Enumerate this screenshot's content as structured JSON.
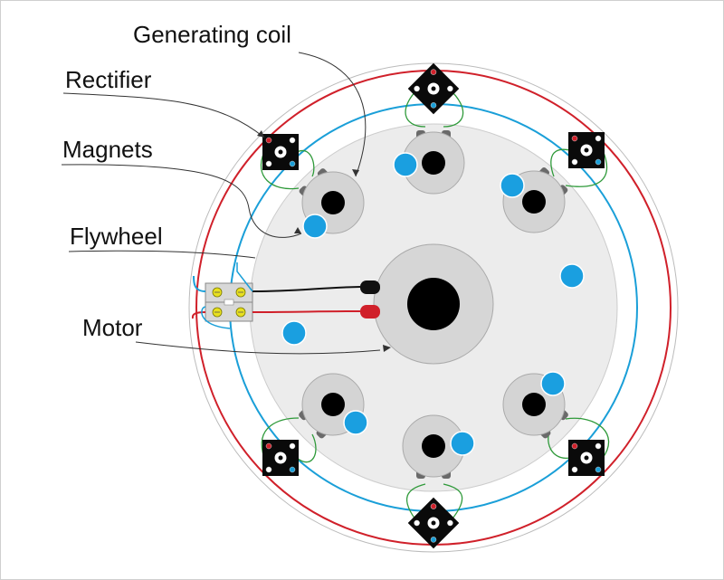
{
  "labels": {
    "generating_coil": "Generating coil",
    "rectifier": "Rectifier",
    "magnets": "Magnets",
    "flywheel": "Flywheel",
    "motor": "Motor"
  },
  "colors": {
    "red_bus": "#d0202a",
    "blue_bus": "#1a9fd8",
    "green_wire": "#2f9a3a",
    "magnet": "#1a9fe0",
    "flywheel": "#ececec",
    "coil_disc": "#d4d4d4",
    "core": "#000000",
    "bolt": "#6a6a6a",
    "terminal": "#d8d8d8",
    "screw": "#e8e020"
  },
  "icons": {
    "coil": "coil-disc-icon",
    "rectifier": "bridge-rectifier-icon",
    "magnet": "magnet-dot-icon",
    "terminal": "terminal-block-icon"
  }
}
